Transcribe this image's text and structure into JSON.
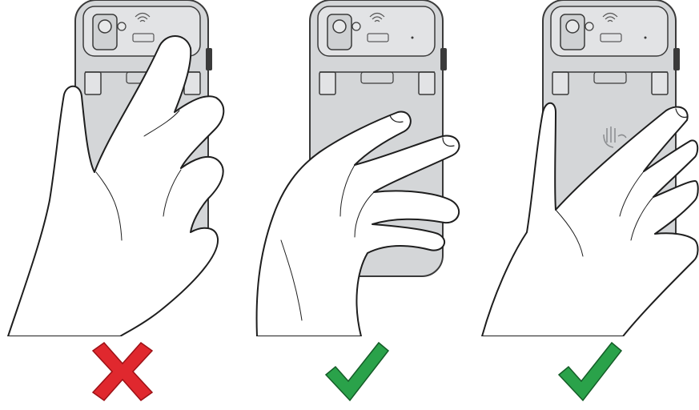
{
  "panels": [
    {
      "id": "grip-fingers-over-camera",
      "verdict": "incorrect",
      "finger_pose": "fingers-over-camera"
    },
    {
      "id": "grip-palm-center",
      "verdict": "correct",
      "finger_pose": "fingers-wrapped-middle"
    },
    {
      "id": "grip-side-wrap",
      "verdict": "correct",
      "finger_pose": "fingers-wrapped-right"
    }
  ],
  "colors": {
    "device_body": "#d4d6d8",
    "device_outline": "#3a3a3a",
    "device_panel": "#e2e3e5",
    "hand_fill": "#ffffff",
    "hand_line": "#1e1e1e",
    "incorrect": "#e0282e",
    "incorrect_dark": "#9c1116",
    "correct": "#2aa24a",
    "correct_dark": "#145c27"
  },
  "icons": {
    "incorrect": "red-x-icon",
    "correct": "green-check-icon",
    "nfc": "nfc-wave-icon",
    "camera": "camera-icon"
  }
}
